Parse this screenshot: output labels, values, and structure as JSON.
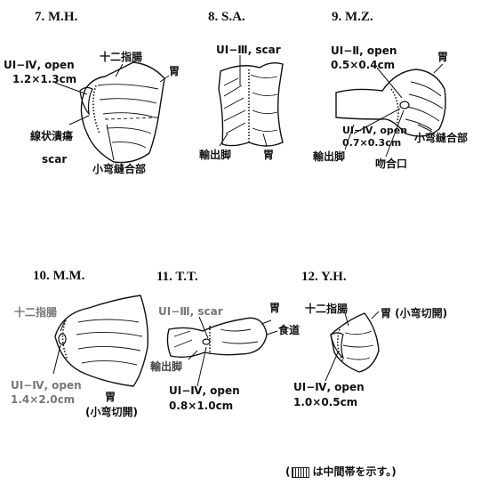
{
  "figures": [
    {
      "title": "7. M.H.",
      "labels": [
        "十二指腸",
        "胃",
        "UI−Ⅳ, open",
        "1.2×1.3cm",
        "線状潰瘍",
        "scar",
        "小弯縫合部"
      ]
    },
    {
      "title": "8. S.A.",
      "labels": [
        "UI−Ⅲ, scar",
        "輸出脚",
        "胃"
      ]
    },
    {
      "title": "9. M.Z.",
      "labels": [
        "UI−Ⅱ, open",
        "0.5×0.4cm",
        "胃",
        "UI−Ⅳ, open",
        "0.7×0.3cm",
        "輸出脚",
        "吻合口",
        "小弯縫合部"
      ]
    },
    {
      "title": "10. M.M.",
      "labels": [
        "十二指腸",
        "UI−Ⅳ, open",
        "1.4×2.0cm",
        "胃",
        "(小弯切開)"
      ]
    },
    {
      "title": "11. T.T.",
      "labels": [
        "UI−Ⅲ, scar",
        "胃",
        "食道",
        "輸出脚",
        "UI−Ⅳ, open",
        "0.8×1.0cm"
      ]
    },
    {
      "title": "12. Y.H.",
      "labels": [
        "十二指腸",
        "胃 (小弯切開)",
        "UI−Ⅳ, open",
        "1.0×0.5cm"
      ]
    }
  ],
  "legend": {
    "prefix": "(",
    "text": "は中間帯を示す。)"
  }
}
